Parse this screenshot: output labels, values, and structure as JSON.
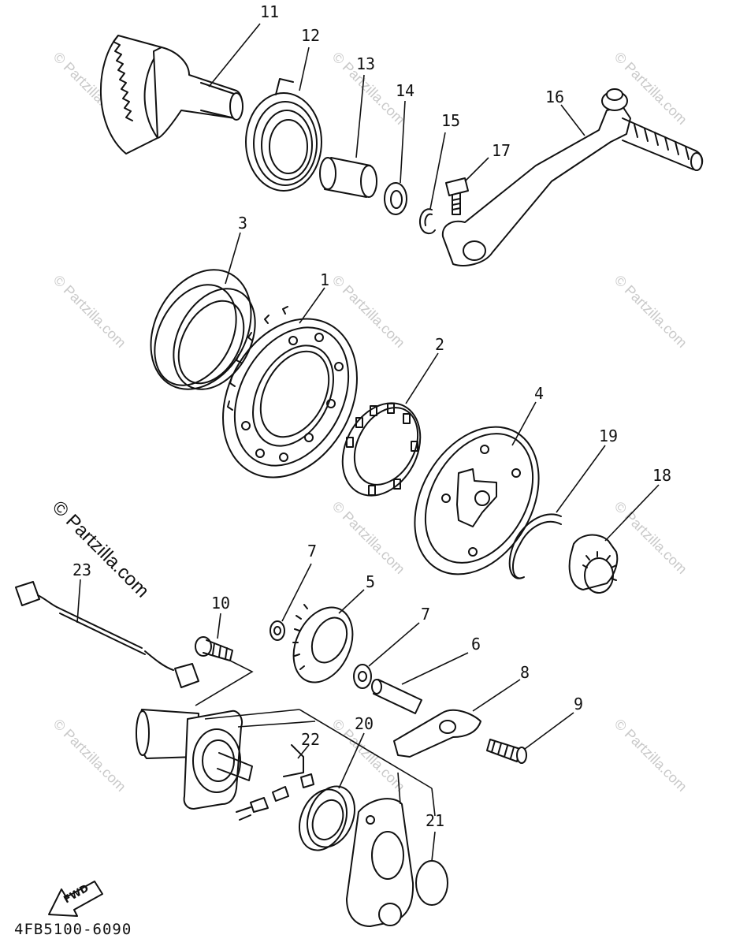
{
  "diagram_code": "4FB5100-6090",
  "fwd_label": "FWD",
  "watermark_primary": "© Partzilla.com",
  "watermark_faint": "© Partzilla.com",
  "callouts": [
    "11",
    "12",
    "13",
    "14",
    "15",
    "16",
    "17",
    "3",
    "1",
    "2",
    "4",
    "19",
    "18",
    "7",
    "5",
    "7",
    "6",
    "23",
    "10",
    "8",
    "9",
    "20",
    "22",
    "21"
  ]
}
